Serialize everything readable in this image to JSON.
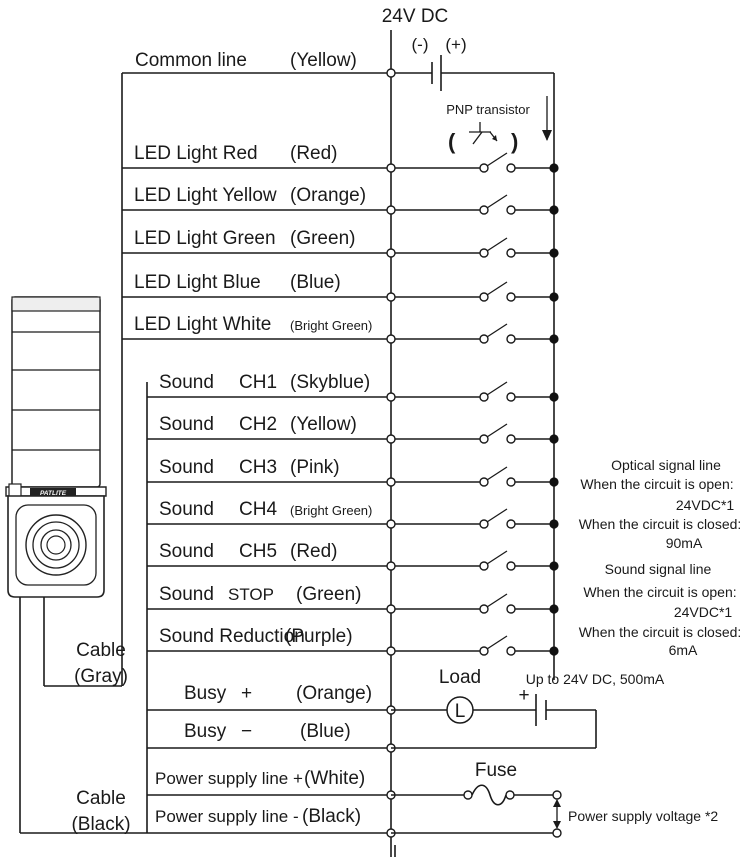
{
  "supply": {
    "label": "24V DC",
    "minus": "(-)",
    "plus": "(+)"
  },
  "transistor_label": "PNP transistor",
  "common": {
    "name": "Common line",
    "color": "(Yellow)"
  },
  "led_lines": [
    {
      "name": "LED Light  Red",
      "color": "(Red)"
    },
    {
      "name": "LED Light Yellow",
      "color": "(Orange)"
    },
    {
      "name": "LED Light Green",
      "color": "(Green)"
    },
    {
      "name": "LED Light Blue",
      "color": "(Blue)"
    },
    {
      "name": "LED Light White",
      "color": "(Bright Green)"
    }
  ],
  "sound_lines": [
    {
      "name": "Sound",
      "channel": "CH1",
      "color": "(Skyblue)"
    },
    {
      "name": "Sound",
      "channel": "CH2",
      "color": "(Yellow)"
    },
    {
      "name": "Sound",
      "channel": "CH3",
      "color": "(Pink)"
    },
    {
      "name": "Sound",
      "channel": "CH4",
      "color": "(Bright Green)"
    },
    {
      "name": "Sound",
      "channel": "CH5",
      "color": "(Red)"
    },
    {
      "name": "Sound",
      "channel": "STOP",
      "color": "(Green)"
    },
    {
      "name": "Sound  Reduction",
      "channel": "",
      "color": "(Purple)"
    }
  ],
  "busy_lines": [
    {
      "name": "Busy",
      "sign": "+",
      "color": "(Orange)"
    },
    {
      "name": "Busy",
      "sign": "−",
      "color": "(Blue)"
    }
  ],
  "power_lines": [
    {
      "name": "Power supply line +",
      "color": "(White)"
    },
    {
      "name": "Power supply line -",
      "color": "(Black)"
    }
  ],
  "cables": [
    {
      "line1": "Cable",
      "line2": "(Gray)"
    },
    {
      "line1": "Cable",
      "line2": "(Black)"
    }
  ],
  "load": {
    "label": "Load",
    "symbol": "L",
    "rating": "Up to 24V DC, 500mA",
    "plus": "+"
  },
  "fuse_label": "Fuse",
  "power_supply_voltage": "Power supply voltage *2",
  "optical_notes": [
    "Optical signal line",
    "When the circuit is open:",
    "24VDC*1",
    "When the circuit is closed:",
    "90mA"
  ],
  "sound_notes": [
    "Sound signal line",
    "When the circuit is open:",
    "24VDC*1",
    "When the circuit is closed:",
    "6mA"
  ],
  "logo_text": "PATLITE"
}
